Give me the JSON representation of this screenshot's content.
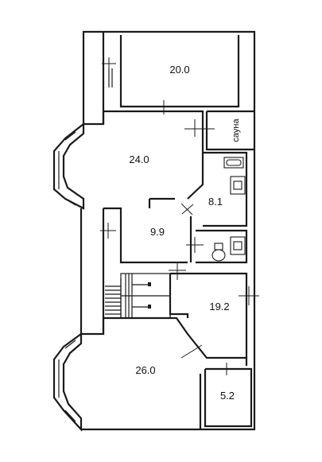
{
  "rooms": [
    {
      "id": "room-top-right",
      "area": "20.0"
    },
    {
      "id": "room-upper-living",
      "area": "24.0"
    },
    {
      "id": "room-sauna",
      "area": "",
      "label": "сауна"
    },
    {
      "id": "room-bath",
      "area": "8.1"
    },
    {
      "id": "room-hall",
      "area": "9.9"
    },
    {
      "id": "room-middle-right",
      "area": "19.2"
    },
    {
      "id": "room-lower-living",
      "area": "26.0"
    },
    {
      "id": "room-small",
      "area": "5.2"
    }
  ],
  "sauna_label": "сауна"
}
